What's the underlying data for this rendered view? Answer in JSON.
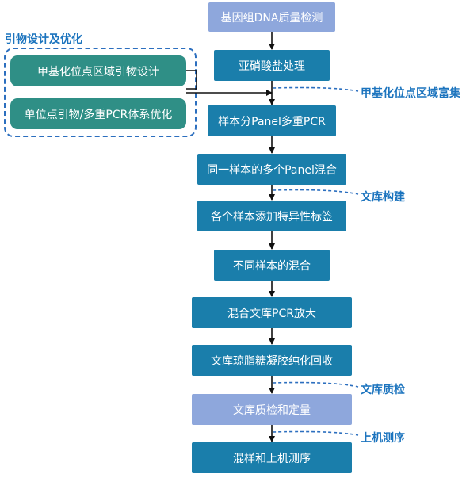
{
  "steps": [
    "基因组DNA质量检测",
    "亚硝酸盐处理",
    "样本分Panel多重PCR",
    "同一样本的多个Panel混合",
    "各个样本添加特异性标签",
    "不同样本的混合",
    "混合文库PCR放大",
    "文库琼脂糖凝胶纯化回收",
    "文库质检和定量",
    "混样和上机测序"
  ],
  "primer_group": {
    "title": "引物设计及优化",
    "items": [
      "甲基化位点区域引物设计",
      "单位点引物/多重PCR体系优化"
    ]
  },
  "stage_labels": {
    "enrichment": "甲基化位点区域富集",
    "library_build": "文库构建",
    "library_qc": "文库质检",
    "sequencing": "上机测序"
  },
  "colors": {
    "step_blue": "#1a7eab",
    "step_light": "#8ea7dc",
    "primer_teal": "#2f8f86",
    "label_blue": "#1c74be",
    "dash_blue": "#2c6fbf"
  }
}
